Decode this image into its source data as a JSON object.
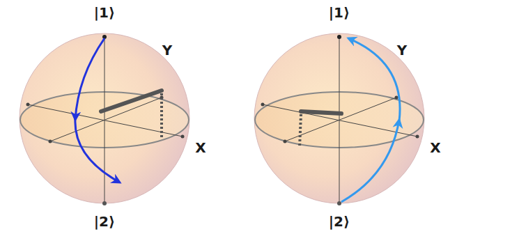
{
  "diagram": {
    "labels": [
      "|1⟩",
      "Y",
      "X",
      "|2⟩",
      "|1⟩",
      "Y",
      "X",
      "|2⟩"
    ]
  }
}
